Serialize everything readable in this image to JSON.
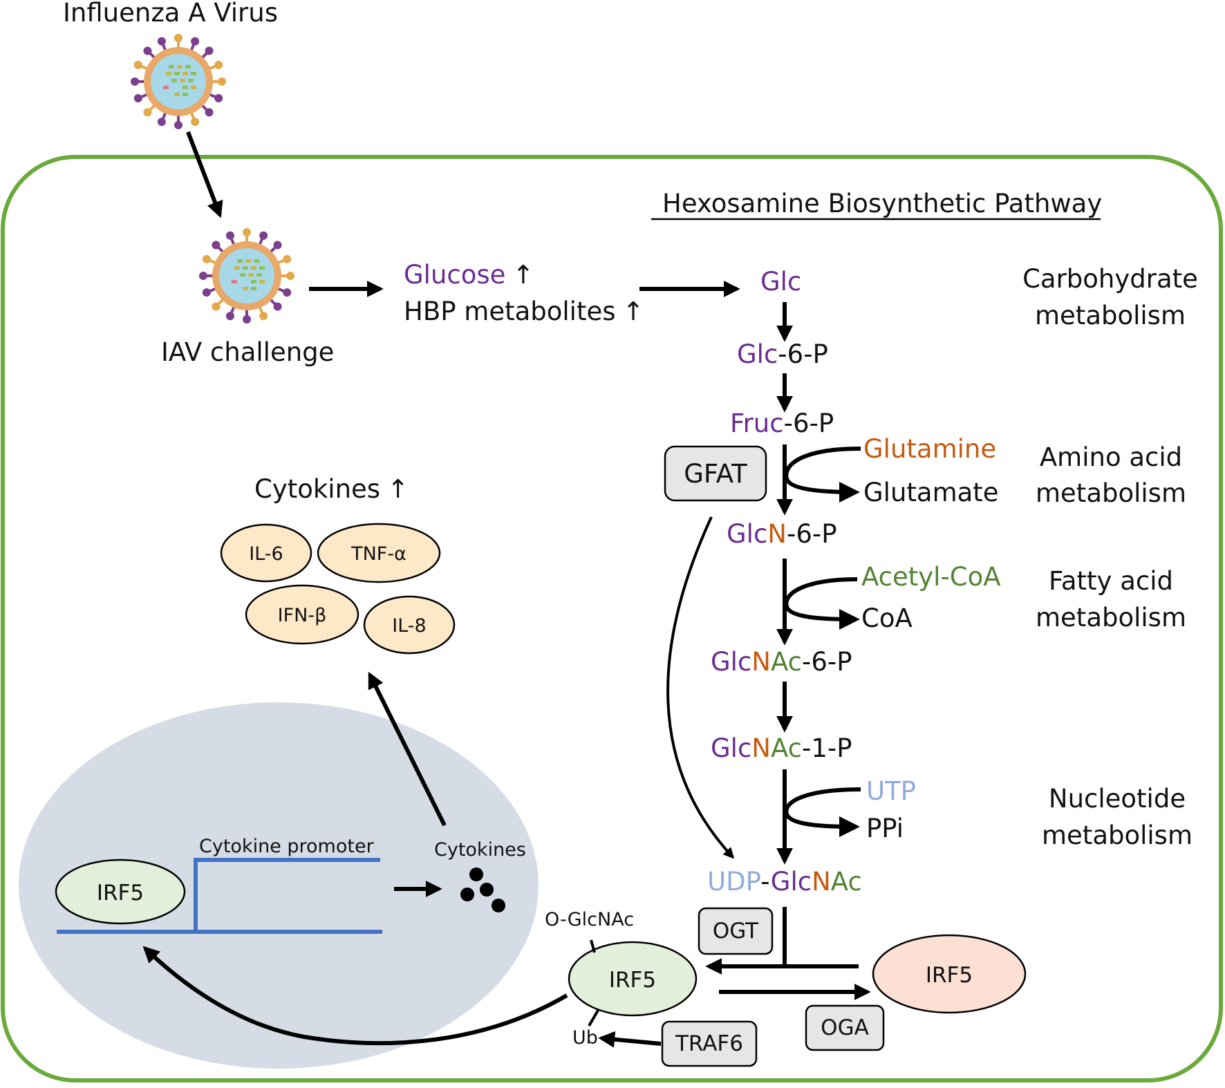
{
  "top_label": "Influenza A Virus",
  "iav_challenge": "IAV challenge",
  "glucose": "Glucose",
  "up_arrow": "↑",
  "hbp_metabolites": "HBP metabolites",
  "pathway_title": "Hexosamine Biosynthetic Pathway",
  "metabolites": {
    "glc": "Glc",
    "glc6p_a": "Glc",
    "glc6p_b": "-6-P",
    "fruc6p_a": "Fruc",
    "fruc6p_b": "-6-P",
    "glcn6p_a": "Glc",
    "glcn6p_b": "N",
    "glcn6p_c": "-6-P",
    "glcnac6p_a": "Glc",
    "glcnac6p_b": "N",
    "glcnac6p_c": "Ac",
    "glcnac6p_d": "-6-P",
    "glcnac1p_a": "Glc",
    "glcnac1p_b": "N",
    "glcnac1p_c": "Ac",
    "glcnac1p_d": "-1-P",
    "udp_a": "UDP",
    "udp_b": "-",
    "udp_c": "Glc",
    "udp_d": "N",
    "udp_e": "Ac"
  },
  "side_inputs": {
    "glutamine": "Glutamine",
    "glutamate": "Glutamate",
    "acetylcoa": "Acetyl-CoA",
    "coa": "CoA",
    "utp": "UTP",
    "ppi": "PPi"
  },
  "categories": {
    "carb_1": "Carbohydrate",
    "carb_2": "metabolism",
    "amino_1": "Amino acid",
    "amino_2": "metabolism",
    "fatty_1": "Fatty acid",
    "fatty_2": "metabolism",
    "nucl_1": "Nucleotide",
    "nucl_2": "metabolism"
  },
  "enzymes": {
    "gfat": "GFAT",
    "ogt": "OGT",
    "oga": "OGA",
    "traf6": "TRAF6"
  },
  "cytokines": {
    "title": "Cytokines",
    "il6": "IL-6",
    "tnfa": "TNF-α",
    "ifnb": "IFN-β",
    "il8": "IL-8"
  },
  "nucleus": {
    "irf5": "IRF5",
    "promoter": "Cytokine promoter",
    "cytokines": "Cytokines"
  },
  "irf5_modified": "IRF5",
  "o_glcnac": "O-GlcNAc",
  "ub": "Ub",
  "irf5_plain": "IRF5",
  "colors": {
    "purple": "#6a2c91",
    "orange": "#c55a11",
    "green": "#548235",
    "lightblue": "#8faadc",
    "cell_border": "#6aaa3a",
    "nucleus": "#d6dce6",
    "promoter": "#4472c4",
    "cytokine_fill": "#fde9c8",
    "irf5_green": "#e2efda",
    "irf5_salmon": "#fbe0d3",
    "box_fill": "#e6e6e6",
    "virus_envelope": "#e8a86a",
    "virus_core": "#a7d8e8",
    "virus_spike": "#7b3f8e"
  }
}
